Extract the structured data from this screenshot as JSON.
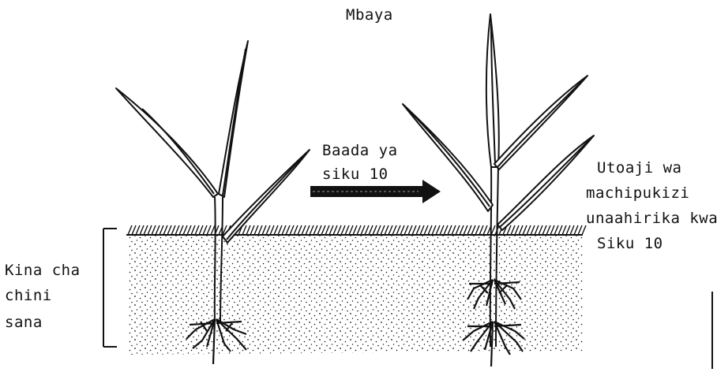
{
  "title": "Mbaya",
  "arrow_label": {
    "line1": "Baada ya",
    "line2": "siku 10"
  },
  "depth_label": {
    "line1": "Kina cha",
    "line2": "chini",
    "line3": "sana"
  },
  "right_label": {
    "line1": "Utoaji wa",
    "line2": "machipukizi",
    "line3": "unaahirika kwa",
    "line4": "Siku 10"
  },
  "colors": {
    "ink": "#111111",
    "background": "#ffffff"
  }
}
